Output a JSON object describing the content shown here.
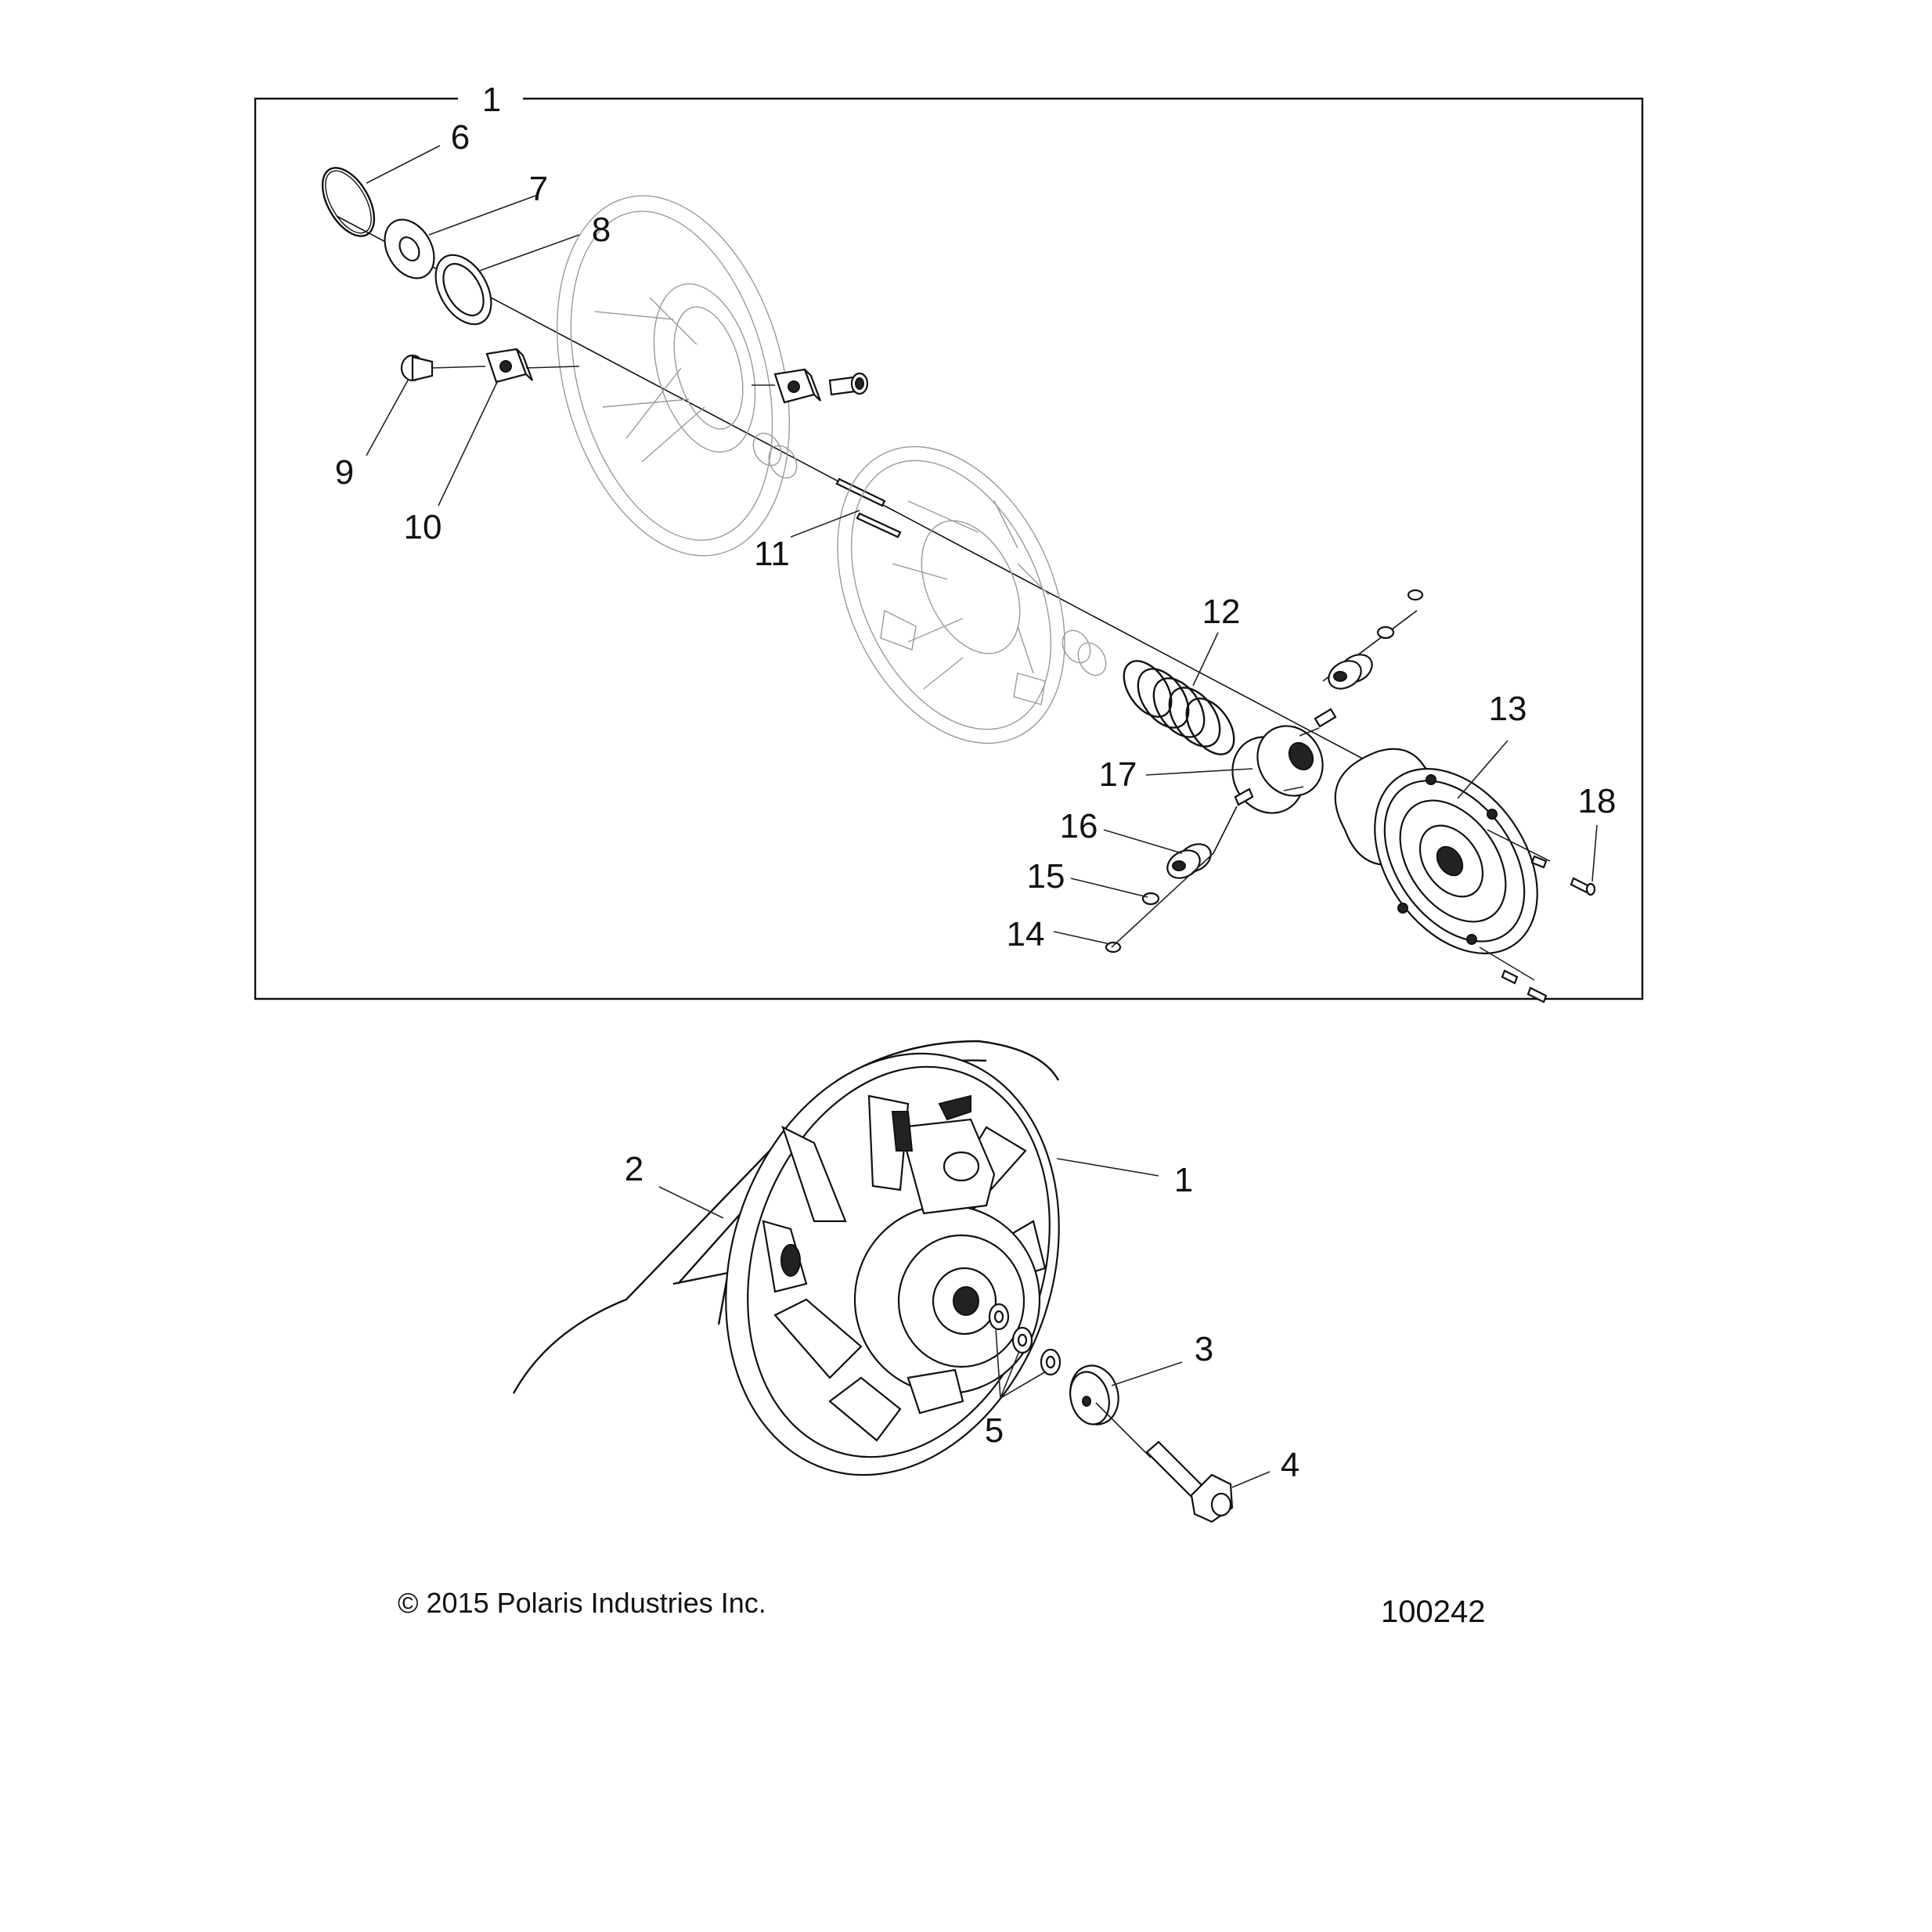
{
  "diagram": {
    "frame_label": "1",
    "callouts": {
      "c6": "6",
      "c7": "7",
      "c8": "8",
      "c9": "9",
      "c10": "10",
      "c11": "11",
      "c12": "12",
      "c13": "13",
      "c14": "14",
      "c15": "15",
      "c16": "16",
      "c17": "17",
      "c18": "18",
      "c2": "2",
      "c1b": "1",
      "c3": "3",
      "c4": "4",
      "c5": "5"
    }
  },
  "footer": {
    "copyright": "© 2015 Polaris Industries Inc.",
    "figure_number": "100242"
  }
}
